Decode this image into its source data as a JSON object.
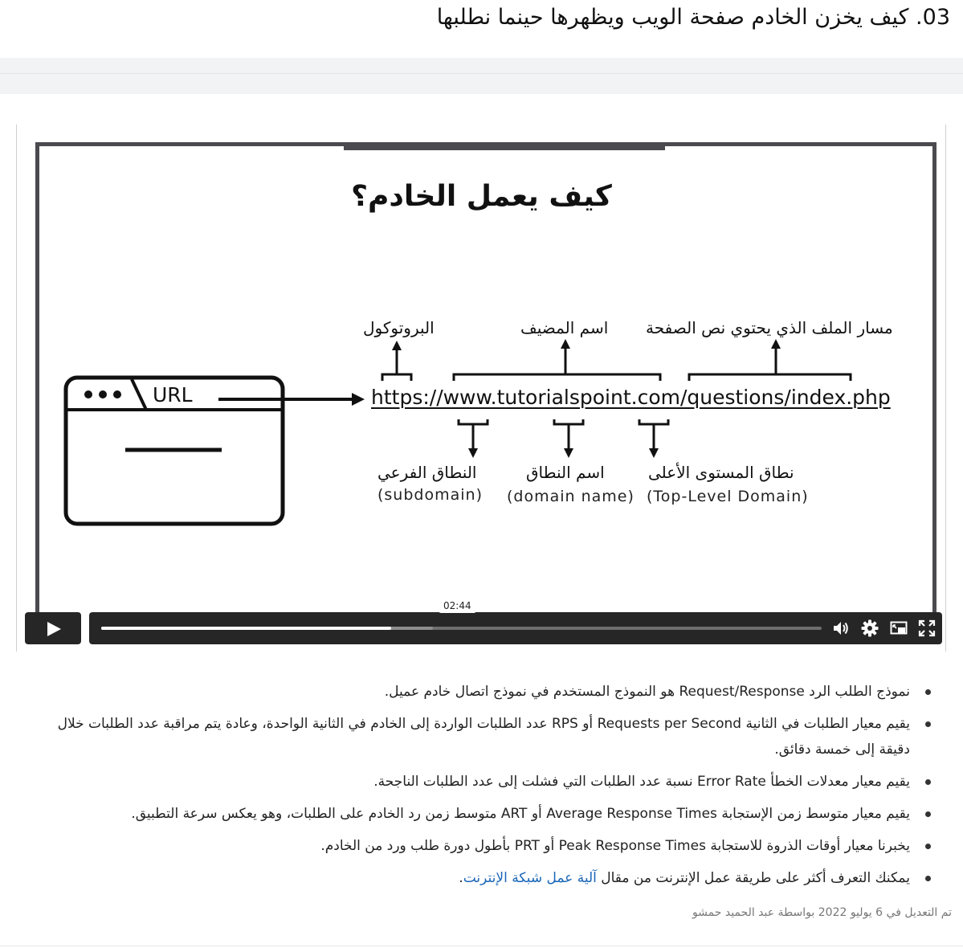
{
  "heading": "03. كيف يخزن الخادم صفحة الويب ويظهرها حينما نطلبها",
  "slide": {
    "title": "كيف يعمل الخادم؟",
    "url_tab_label": "URL",
    "url": "https://www.tutorialspoint.com/questions/index.php",
    "labels": {
      "protocol": "البروتوكول",
      "host": "اسم المضيف",
      "path": "مسار الملف الذي يحتوي نص الصفحة",
      "subdomain": "النطاق الفرعي",
      "subdomain_en": "(subdomain)",
      "domain": "اسم النطاق",
      "domain_en": "(domain name)",
      "tld": "نطاق المستوى الأعلى",
      "tld_en": "(Top-Level Domain)"
    }
  },
  "player": {
    "time_tooltip": "02:44",
    "played_fraction": 0.403,
    "loaded_fraction": 0.46
  },
  "bullets": [
    {
      "text": "نموذج الطلب الرد Request/Response هو النموذج المستخدم في نموذج اتصال خادم عميل."
    },
    {
      "text": "يقيم معيار الطلبات في الثانية Requests per Second أو RPS عدد الطلبات الواردة إلى الخادم في الثانية الواحدة، وعادة يتم مراقبة عدد الطلبات خلال دقيقة إلى خمسة دقائق."
    },
    {
      "text": "يقيم معيار معدلات الخطأ Error Rate نسبة عدد الطلبات التي فشلت إلى عدد الطلبات الناجحة."
    },
    {
      "text": "يقيم معيار متوسط زمن الإستجابة Average Response Times أو ART متوسط زمن رد الخادم على الطلبات، وهو يعكس سرعة التطبيق."
    },
    {
      "text": "يخبرنا معيار أوقات الذروة للاستجابة Peak Response Times أو PRT بأطول دورة طلب ورد من الخادم."
    }
  ],
  "last_bullet": {
    "prefix": "يمكنك التعرف أكثر على طريقة عمل الإنترنت من مقال ",
    "link": "آلية عمل شبكة الإنترنت",
    "suffix": "."
  },
  "meta": "تم التعديل في 6 يوليو 2022 بواسطة عبد الحميد حمشو",
  "icons": [
    "play-icon",
    "volume-icon",
    "gear-icon",
    "pip-icon",
    "fullscreen-icon"
  ]
}
